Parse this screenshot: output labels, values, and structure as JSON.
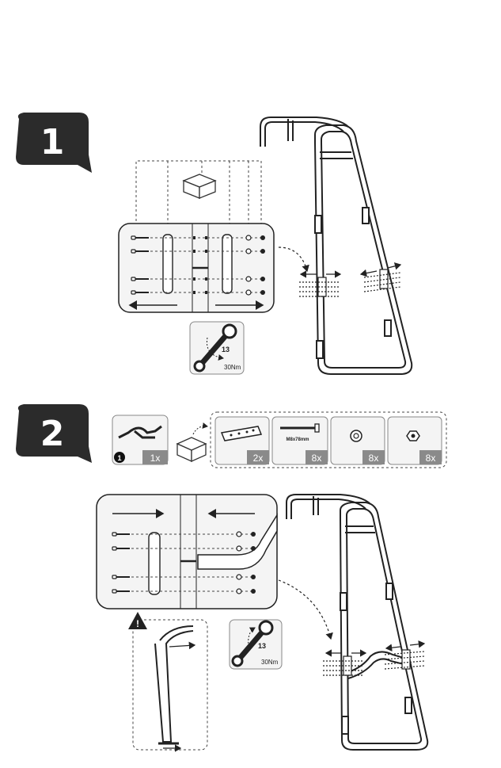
{
  "step1": {
    "number": "1",
    "torque": {
      "wrench_size": "13",
      "value": "30Nm"
    }
  },
  "step2": {
    "number": "2",
    "frame_part": {
      "index": "1",
      "quantity": "1x"
    },
    "hardware": [
      {
        "name": "connector-plate",
        "quantity": "2x",
        "caption": ""
      },
      {
        "name": "bolt",
        "quantity": "8x",
        "caption": "M8x78mm"
      },
      {
        "name": "washer",
        "quantity": "8x",
        "caption": ""
      },
      {
        "name": "nut",
        "quantity": "8x",
        "caption": ""
      }
    ],
    "torque": {
      "wrench_size": "13",
      "value": "30Nm"
    },
    "warning_symbol": "!"
  }
}
